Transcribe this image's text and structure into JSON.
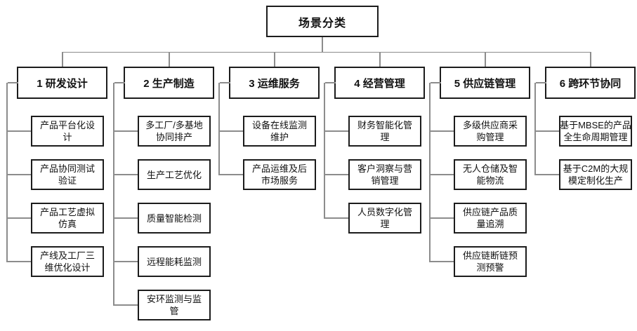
{
  "diagram": {
    "root_label": "场景分类",
    "columns": [
      {
        "header": "1 研发设计",
        "children": [
          "产品平台化设\n计",
          "产品协同测试\n验证",
          "产品工艺虚拟\n仿真",
          "产线及工厂三\n维优化设计"
        ]
      },
      {
        "header": "2 生产制造",
        "children": [
          "多工厂/多基地\n协同排产",
          "生产工艺优化",
          "质量智能检测",
          "远程能耗监测",
          "安环监测与监\n管"
        ]
      },
      {
        "header": "3 运维服务",
        "children": [
          "设备在线监测\n维护",
          "产品运维及后\n市场服务"
        ]
      },
      {
        "header": "4 经营管理",
        "children": [
          "财务智能化管\n理",
          "客户洞察与营\n销管理",
          "人员数字化管\n理"
        ]
      },
      {
        "header": "5 供应链管理",
        "children": [
          "多级供应商采\n购管理",
          "无人仓储及智\n能物流",
          "供应链产品质\n量追溯",
          "供应链断链预\n测预警"
        ]
      },
      {
        "header": "6 跨环节协同",
        "children": [
          "基于MBSE的产品\n全生命周期管理",
          "基于C2M的大规\n模定制化生产"
        ]
      }
    ],
    "colors": {
      "box_border": "#1c1c1c",
      "connector": "#8c8c8c",
      "background": "#ffffff",
      "text": "#111111"
    }
  }
}
